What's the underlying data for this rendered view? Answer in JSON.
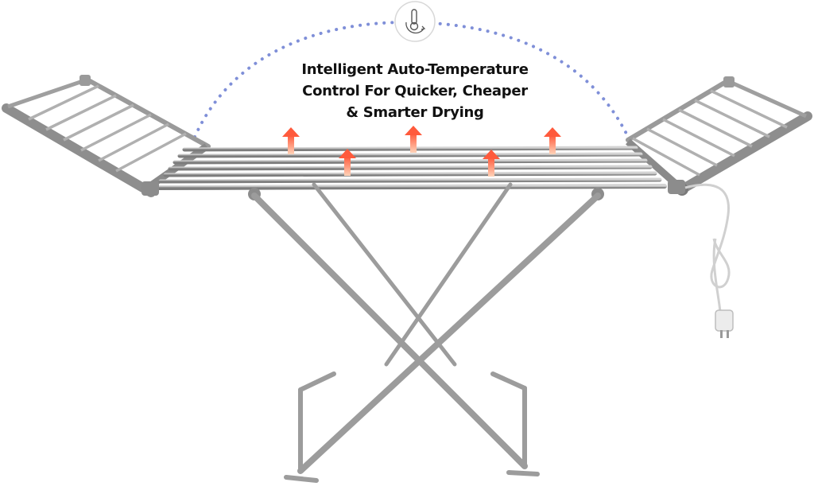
{
  "headline": {
    "line1": "Intelligent Auto-Temperature",
    "line2": "Control For Quicker, Cheaper",
    "line3": "& Smarter Drying"
  },
  "icons": {
    "top": "thermometer-refresh-icon",
    "heat": "heat-arrow-up-icon"
  },
  "colors": {
    "dotted_arc": "#7f8fd8",
    "heat_arrow_top": "#ff5a3c",
    "heat_arrow_bottom": "#ffc8a8",
    "frame_metal": "#9a9a9a",
    "frame_dark": "#6f6f6f",
    "icon_circle_border": "#d8d8d8",
    "text": "#111111"
  }
}
